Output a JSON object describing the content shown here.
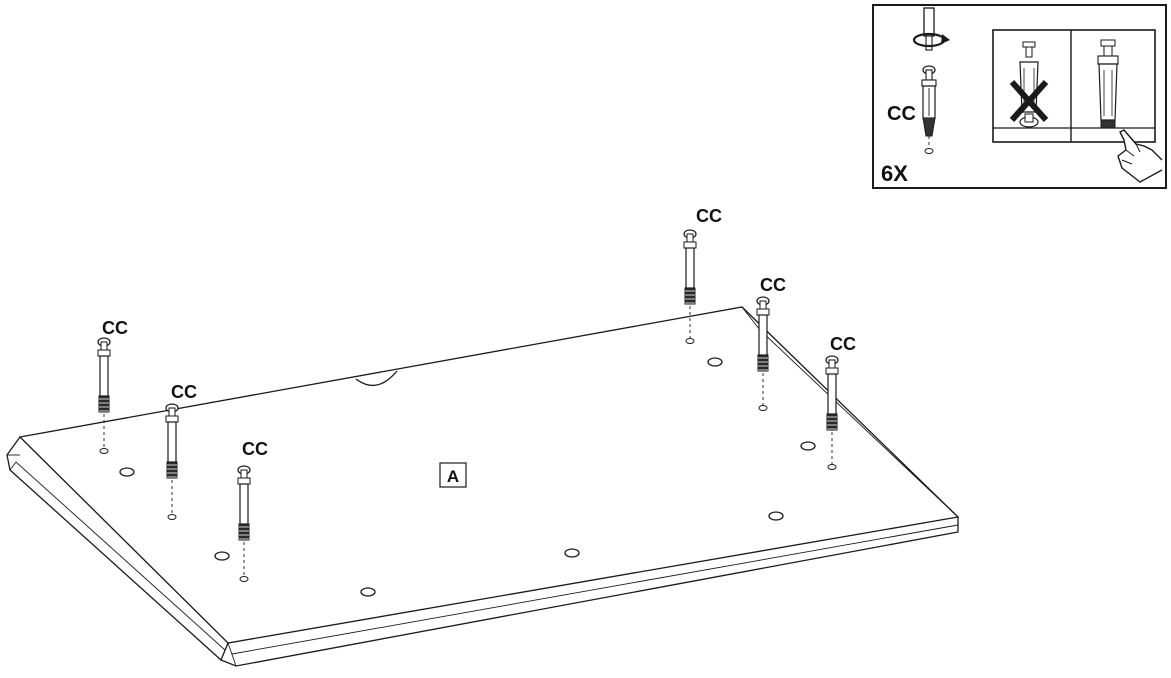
{
  "panel_label": "A",
  "fastener_label": "CC",
  "quantity_label": "6X",
  "callout_label": "CC",
  "fasteners": [
    {
      "label": "CC"
    },
    {
      "label": "CC"
    },
    {
      "label": "CC"
    },
    {
      "label": "CC"
    },
    {
      "label": "CC"
    },
    {
      "label": "CC"
    }
  ],
  "colors": {
    "ink": "#1a1a1a",
    "background": "#ffffff"
  },
  "icons": [
    "screwdriver-icon",
    "rotation-arrow-icon",
    "cross-icon",
    "pointing-hand-icon"
  ]
}
